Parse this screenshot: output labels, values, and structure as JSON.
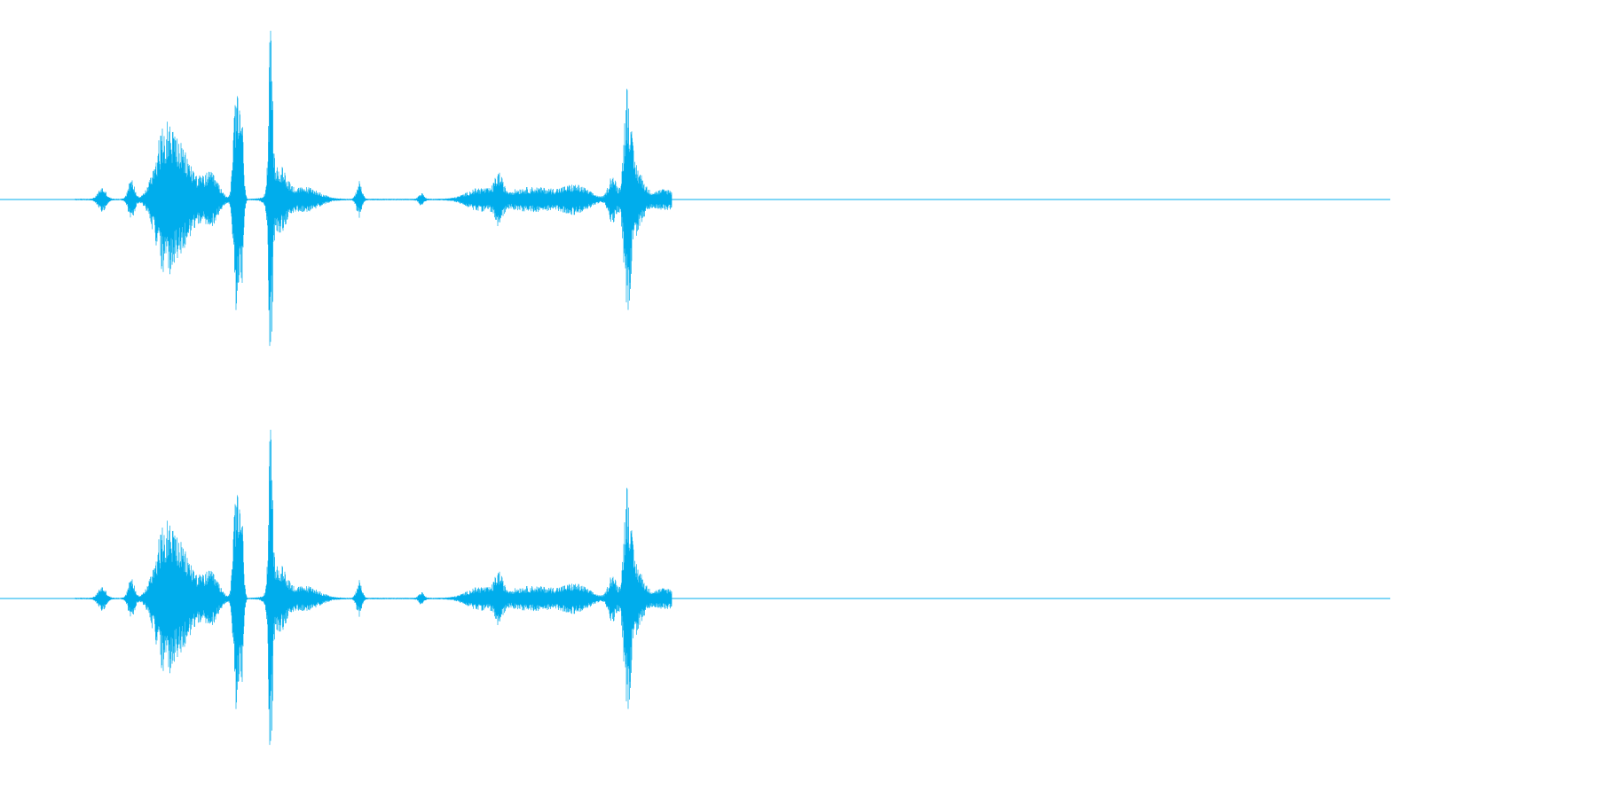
{
  "waveform": {
    "wave_color": "#00adec",
    "background_color": "#ffffff",
    "channels": [
      {
        "name": "channel-1"
      },
      {
        "name": "channel-2"
      }
    ],
    "bursts": [
      {
        "time": 0.115,
        "amp": 0.06,
        "width": 0.006
      },
      {
        "time": 0.148,
        "amp": 0.1,
        "width": 0.005
      },
      {
        "time": 0.185,
        "amp": 0.3,
        "width": 0.015
      },
      {
        "time": 0.205,
        "amp": 0.22,
        "width": 0.02
      },
      {
        "time": 0.238,
        "amp": 0.12,
        "width": 0.012
      },
      {
        "time": 0.266,
        "amp": 0.55,
        "width": 0.004
      },
      {
        "time": 0.272,
        "amp": 0.46,
        "width": 0.003
      },
      {
        "time": 0.305,
        "amp": 0.8,
        "width": 0.003
      },
      {
        "time": 0.315,
        "amp": 0.16,
        "width": 0.012
      },
      {
        "time": 0.345,
        "amp": 0.06,
        "width": 0.02
      },
      {
        "time": 0.405,
        "amp": 0.09,
        "width": 0.004
      },
      {
        "time": 0.475,
        "amp": 0.03,
        "width": 0.004
      },
      {
        "time": 0.54,
        "amp": 0.05,
        "width": 0.02
      },
      {
        "time": 0.562,
        "amp": 0.1,
        "width": 0.006
      },
      {
        "time": 0.6,
        "amp": 0.06,
        "width": 0.04
      },
      {
        "time": 0.65,
        "amp": 0.06,
        "width": 0.02
      },
      {
        "time": 0.69,
        "amp": 0.12,
        "width": 0.006
      },
      {
        "time": 0.707,
        "amp": 0.48,
        "width": 0.005
      },
      {
        "time": 0.715,
        "amp": 0.18,
        "width": 0.012
      },
      {
        "time": 0.75,
        "amp": 0.05,
        "width": 0.02
      },
      {
        "time": 0.8,
        "amp": 0.02,
        "width": 0.015
      }
    ]
  }
}
